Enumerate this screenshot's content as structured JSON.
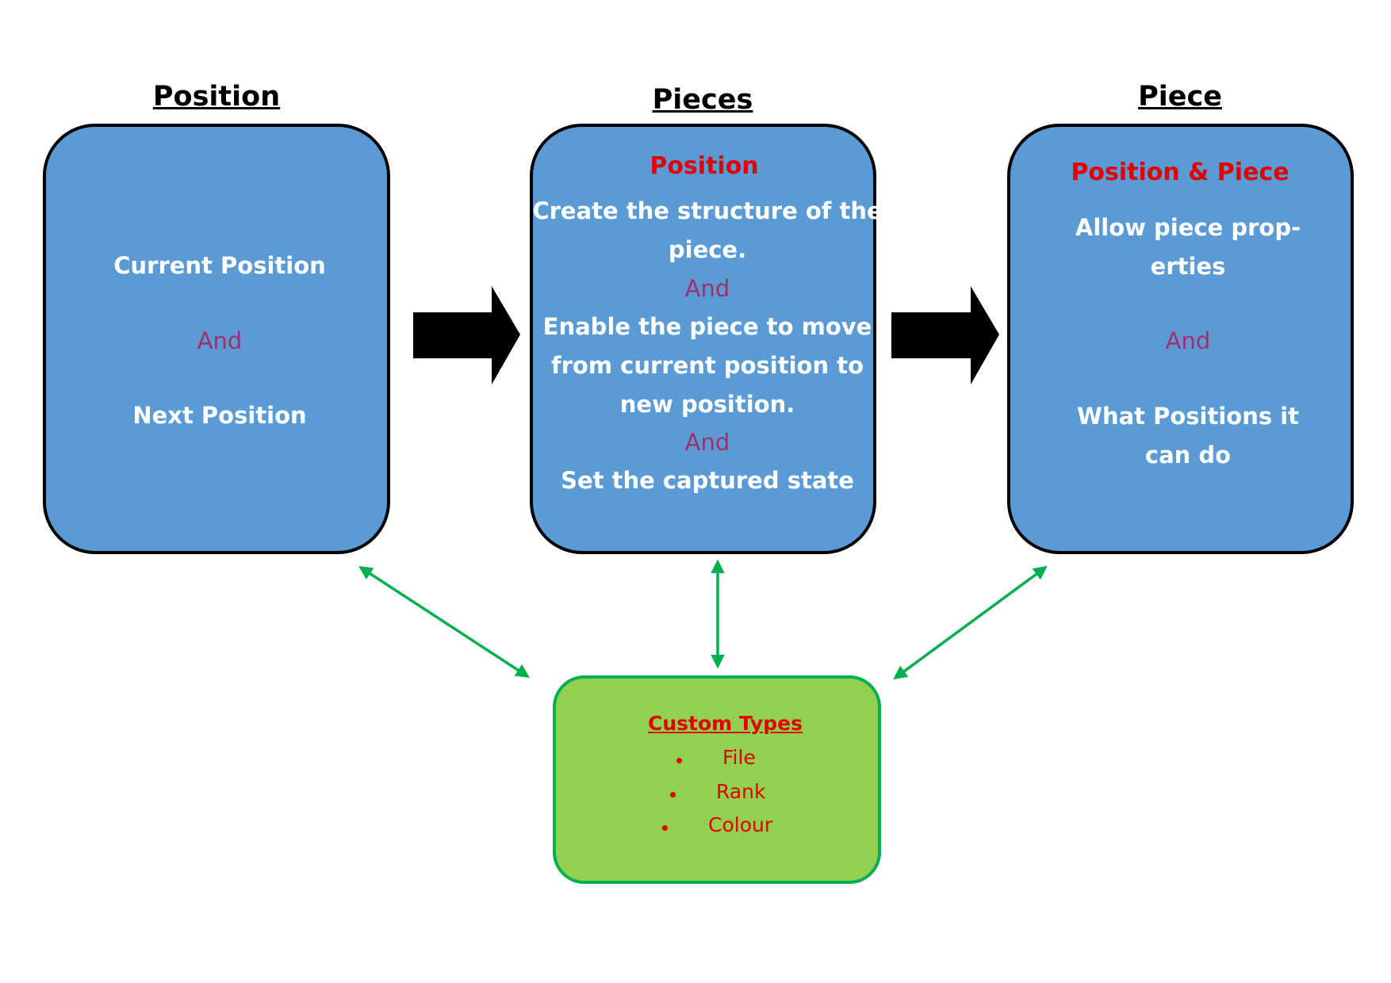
{
  "columns": [
    {
      "title": "Position",
      "lines": [
        {
          "text": "Current Position",
          "style": "white-bold"
        },
        {
          "text": "And",
          "style": "connector"
        },
        {
          "text": "Next Position",
          "style": "white-bold"
        }
      ]
    },
    {
      "title": "Pieces",
      "lines": [
        {
          "text": "Position",
          "style": "red-bold"
        },
        {
          "text": "Create the structure of the",
          "style": "white-bold"
        },
        {
          "text": "piece.",
          "style": "white-bold"
        },
        {
          "text": "And",
          "style": "connector"
        },
        {
          "text": "Enable the piece to move",
          "style": "white-bold"
        },
        {
          "text": "from current position to",
          "style": "white-bold"
        },
        {
          "text": "new position.",
          "style": "white-bold"
        },
        {
          "text": "And",
          "style": "connector"
        },
        {
          "text": "Set the captured state",
          "style": "white-bold"
        }
      ]
    },
    {
      "title": "Piece",
      "lines": [
        {
          "text": "Position & Piece",
          "style": "red-bold"
        },
        {
          "text": "Allow piece prop-",
          "style": "white-bold"
        },
        {
          "text": "erties",
          "style": "white-bold"
        },
        {
          "text": "And",
          "style": "connector"
        },
        {
          "text": "What Positions it",
          "style": "white-bold"
        },
        {
          "text": "can do",
          "style": "white-bold"
        }
      ]
    }
  ],
  "custom_types": {
    "title": "Custom Types",
    "items": [
      "File",
      "Rank",
      "Colour"
    ]
  },
  "colors": {
    "box_fill": "#5b9bd5",
    "box_border": "#000000",
    "green_box_fill": "#92d050",
    "green_box_border": "#00b050",
    "green_arrow": "#00b050",
    "red_text": "#e00000",
    "connector_text": "#a0306a"
  }
}
